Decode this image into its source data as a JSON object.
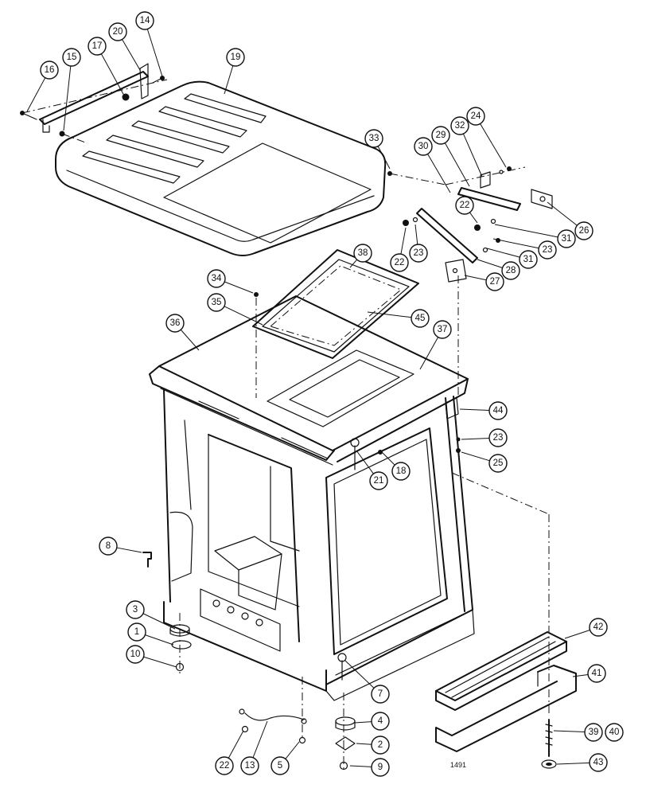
{
  "figure_number": "1491",
  "callouts": [
    {
      "id": "c14",
      "label": "14"
    },
    {
      "id": "c20",
      "label": "20"
    },
    {
      "id": "c17",
      "label": "17"
    },
    {
      "id": "c15",
      "label": "15"
    },
    {
      "id": "c16",
      "label": "16"
    },
    {
      "id": "c19",
      "label": "19"
    },
    {
      "id": "c33",
      "label": "33"
    },
    {
      "id": "c30",
      "label": "30"
    },
    {
      "id": "c29",
      "label": "29"
    },
    {
      "id": "c32",
      "label": "32"
    },
    {
      "id": "c24",
      "label": "24"
    },
    {
      "id": "c22a",
      "label": "22"
    },
    {
      "id": "c26",
      "label": "26"
    },
    {
      "id": "c31a",
      "label": "31"
    },
    {
      "id": "c23a",
      "label": "23"
    },
    {
      "id": "c22b",
      "label": "22"
    },
    {
      "id": "c23b",
      "label": "23"
    },
    {
      "id": "c31b",
      "label": "31"
    },
    {
      "id": "c28",
      "label": "28"
    },
    {
      "id": "c27",
      "label": "27"
    },
    {
      "id": "c38",
      "label": "38"
    },
    {
      "id": "c34",
      "label": "34"
    },
    {
      "id": "c35",
      "label": "35"
    },
    {
      "id": "c45",
      "label": "45"
    },
    {
      "id": "c36",
      "label": "36"
    },
    {
      "id": "c37",
      "label": "37"
    },
    {
      "id": "c44",
      "label": "44"
    },
    {
      "id": "c23c",
      "label": "23"
    },
    {
      "id": "c25",
      "label": "25"
    },
    {
      "id": "c21",
      "label": "21"
    },
    {
      "id": "c18",
      "label": "18"
    },
    {
      "id": "c8",
      "label": "8"
    },
    {
      "id": "c3",
      "label": "3"
    },
    {
      "id": "c1",
      "label": "1"
    },
    {
      "id": "c10",
      "label": "10"
    },
    {
      "id": "c42",
      "label": "42"
    },
    {
      "id": "c41",
      "label": "41"
    },
    {
      "id": "c7",
      "label": "7"
    },
    {
      "id": "c4",
      "label": "4"
    },
    {
      "id": "c2",
      "label": "2"
    },
    {
      "id": "c9",
      "label": "9"
    },
    {
      "id": "c22c",
      "label": "22"
    },
    {
      "id": "c13",
      "label": "13"
    },
    {
      "id": "c5",
      "label": "5"
    },
    {
      "id": "c39",
      "label": "39"
    },
    {
      "id": "c40",
      "label": "40"
    },
    {
      "id": "c43",
      "label": "43"
    }
  ]
}
